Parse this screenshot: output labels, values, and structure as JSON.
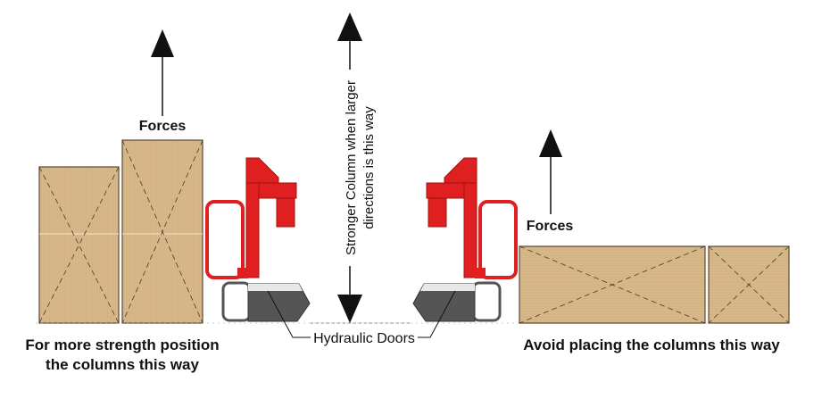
{
  "labels": {
    "forces_left": "Forces",
    "forces_right": "Forces",
    "stronger_line1": "Stronger Column when larger",
    "stronger_line2": "directions is this way",
    "hydraulic_doors": "Hydraulic Doors",
    "good_line1": "For more strength position",
    "good_line2": "the columns this way",
    "bad": "Avoid placing the columns this way"
  },
  "colors": {
    "wood": "#d8b98a",
    "wood_grain": "#c4a270",
    "wood_outline": "#5c4a35",
    "press_red": "#e02020",
    "press_red_dark": "#b01515",
    "door_dark": "#555555",
    "door_light": "#e8e8e8",
    "arrow": "#111111"
  },
  "icons": {
    "force_arrow": "arrow-up-icon",
    "both_arrow": "double-arrow-icon",
    "press": "hydraulic-press-icon"
  }
}
